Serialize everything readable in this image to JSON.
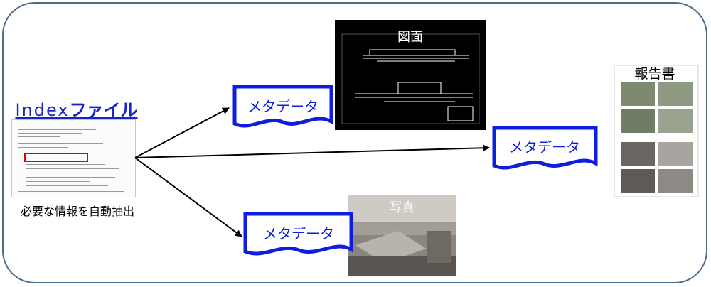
{
  "index": {
    "title_latin": "Index",
    "title_kana": "ファイル",
    "caption": "必要な情報を自動抽出"
  },
  "metadata": {
    "label": "メタデータ"
  },
  "drawing": {
    "label": "図面"
  },
  "photo": {
    "label": "写真"
  },
  "report": {
    "label": "報告書"
  },
  "colors": {
    "frame": "#4a6d8c",
    "accent_blue": "#0d1ee0",
    "highlight_red": "#e00000"
  }
}
